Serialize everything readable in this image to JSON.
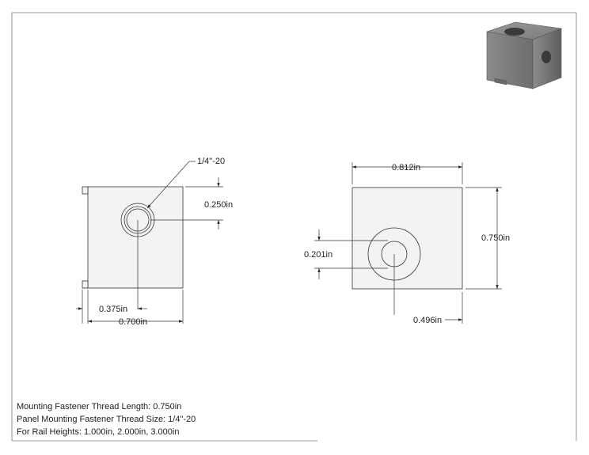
{
  "drawing": {
    "front_view": {
      "thread_callout": "1/4\"-20",
      "dim_thread_offset": "0.250in",
      "dim_hole_center": "0.375in",
      "dim_width": "0.700in"
    },
    "side_view": {
      "dim_width": "0.812in",
      "dim_height": "0.750in",
      "dim_hole_height": "0.201in",
      "dim_hole_center": "0.496in"
    },
    "notes": [
      "Mounting Fastener Thread Length: 0.750in",
      "Panel Mounting Fastener Thread Size: 1/4\"-20",
      "For Rail Heights: 1.000in, 2.000in, 3.000in"
    ]
  }
}
